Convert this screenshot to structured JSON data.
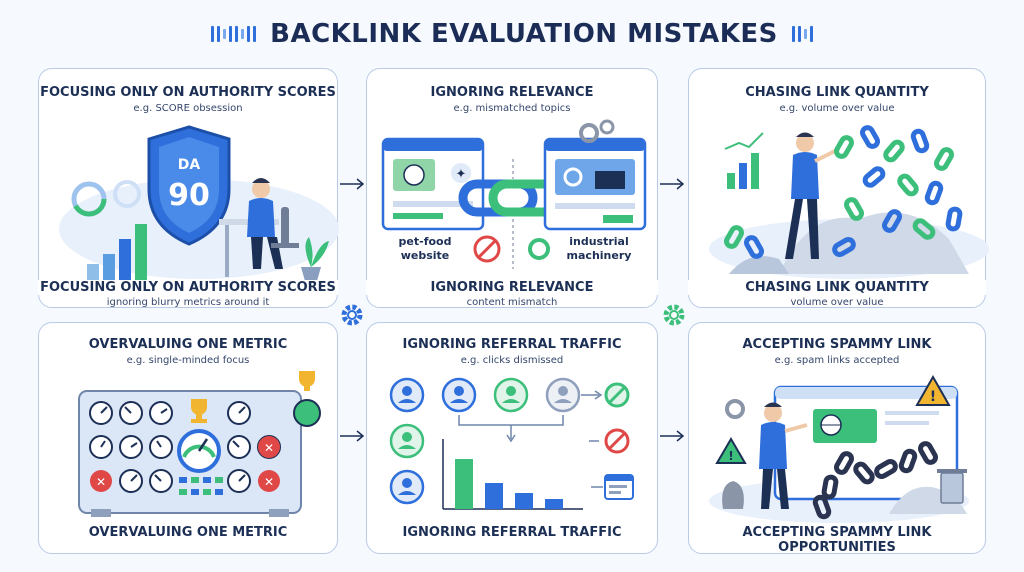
{
  "header": {
    "title": "BACKLINK EVALUATION MISTAKES"
  },
  "panels": [
    {
      "title": "FOCUSING ONLY ON AUTHORITY SCORES",
      "subtitle": "e.g. SCORE obsession",
      "footer_title": "FOCUSING ONLY ON AUTHORITY SCORES",
      "footer_sub": "ignoring blurry metrics around it",
      "shield_top": "DA",
      "shield_value": "90"
    },
    {
      "title": "IGNORING RELEVANCE",
      "subtitle": "e.g. mismatched topics",
      "footer_title": "IGNORING RELEVANCE",
      "footer_sub": "content mismatch",
      "left_label_1": "pet-food",
      "left_label_2": "website",
      "right_label_1": "industrial",
      "right_label_2": "machinery"
    },
    {
      "title": "CHASING LINK QUANTITY",
      "subtitle": "e.g. volume over value",
      "footer_title": "CHASING LINK QUANTITY",
      "footer_sub": "volume over value"
    },
    {
      "title": "OVERVALUING ONE METRIC",
      "subtitle": "e.g. single-minded focus",
      "footer_title": "OVERVALUING ONE METRIC"
    },
    {
      "title": "IGNORING REFERRAL TRAFFIC",
      "subtitle": "e.g. clicks dismissed",
      "footer_title": "IGNORING REFERRAL TRAFFIC"
    },
    {
      "title": "ACCEPTING SPAMMY LINK",
      "subtitle": "e.g. spam links accepted",
      "footer_title": "ACCEPTING SPAMMY LINK OPPORTUNITIES"
    }
  ],
  "colors": {
    "navy": "#1c2f55",
    "blue": "#2f6fdc",
    "green": "#3cbf7a",
    "red": "#e04848",
    "gold": "#f2b530"
  }
}
